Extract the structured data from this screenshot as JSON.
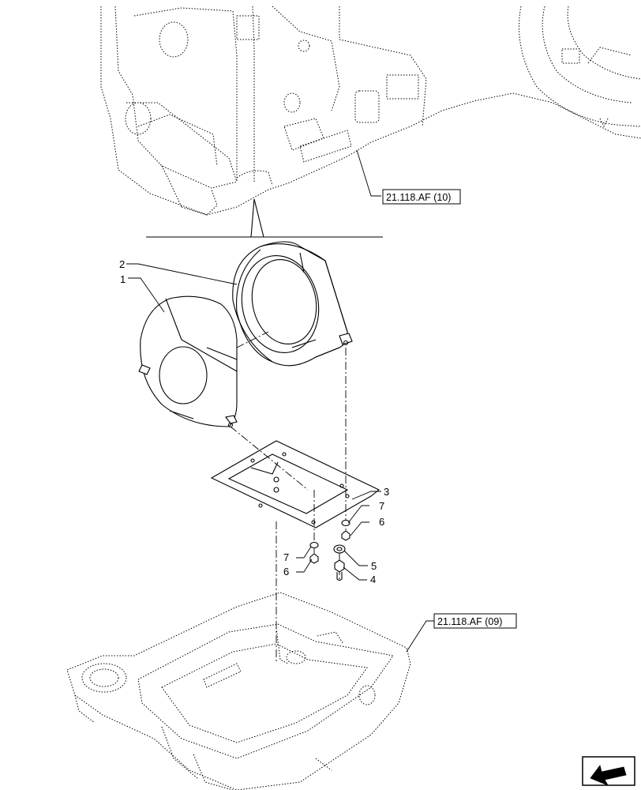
{
  "references": {
    "upper": "21.118.AF (10)",
    "lower": "21.118.AF (09)"
  },
  "callouts": {
    "c1": "1",
    "c2": "2",
    "c3": "3",
    "c4": "4",
    "c5": "5",
    "c6_right": "6",
    "c6_left": "6",
    "c7_right": "7",
    "c7_left": "7"
  },
  "icons": {
    "nav": "arrow-icon"
  }
}
